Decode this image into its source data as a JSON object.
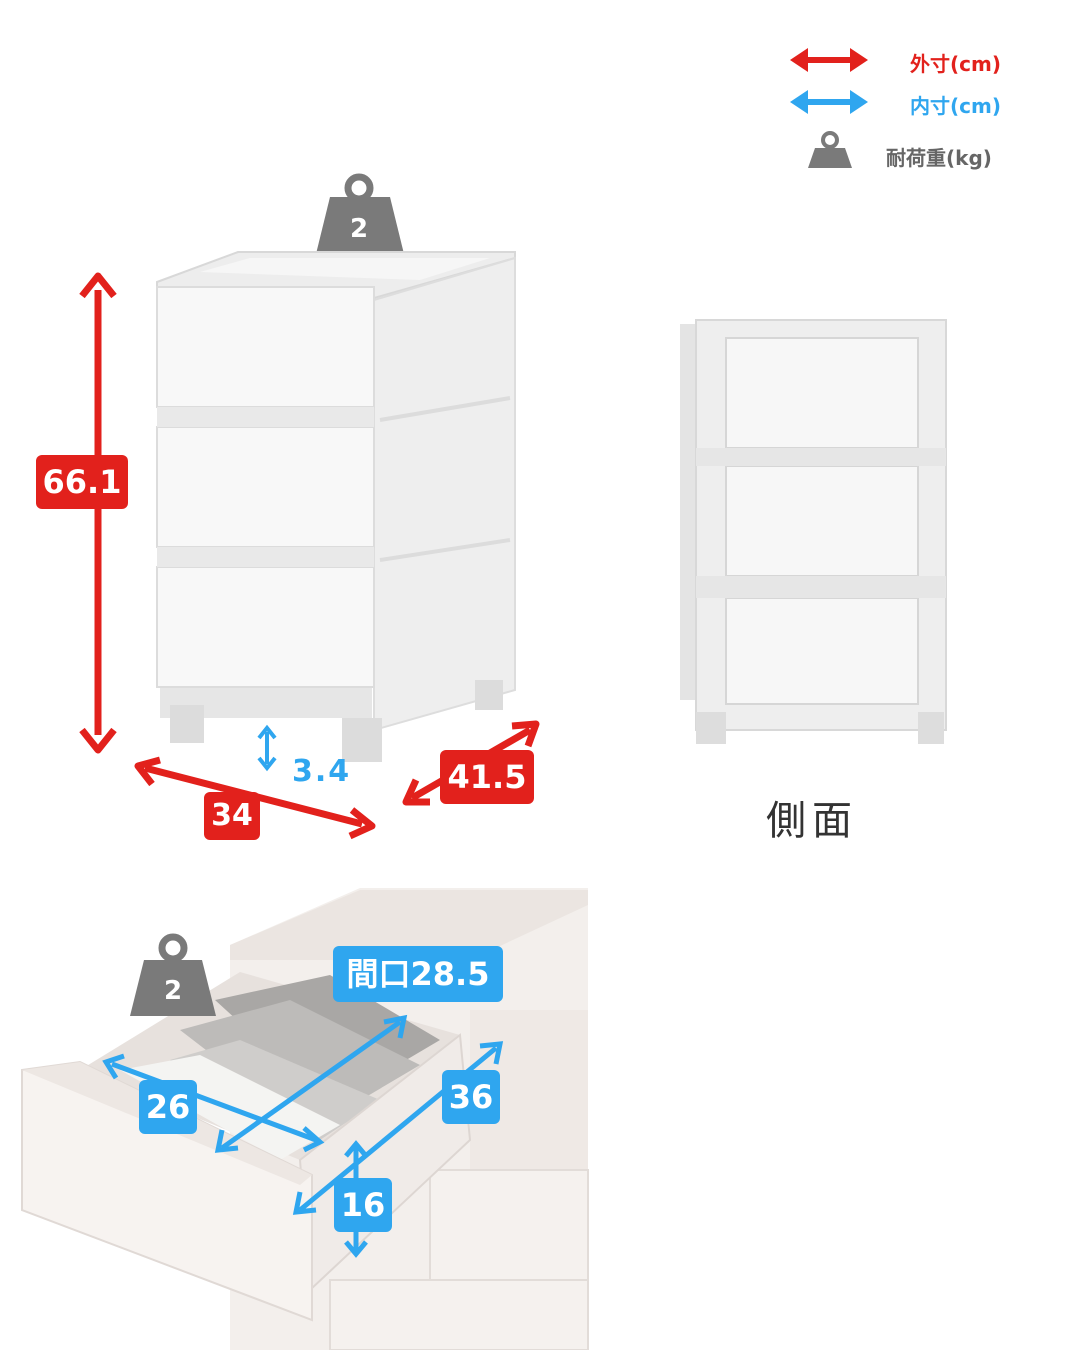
{
  "legend": {
    "outer_label": "外寸(cm)",
    "inner_label": "内寸(cm)",
    "load_label": "耐荷重(kg)",
    "outer_color": "#e2211c",
    "inner_color": "#2fa6ef",
    "load_color": "#7a7a7a"
  },
  "front_view": {
    "top_load": "2",
    "height": "66.1",
    "width": "34",
    "depth": "41.5",
    "leg_clearance": "3.4"
  },
  "side_view": {
    "caption": "側面"
  },
  "drawer_view": {
    "drawer_load": "2",
    "opening": "間口28.5",
    "inner_width": "26",
    "inner_depth": "36",
    "inner_height": "16"
  }
}
